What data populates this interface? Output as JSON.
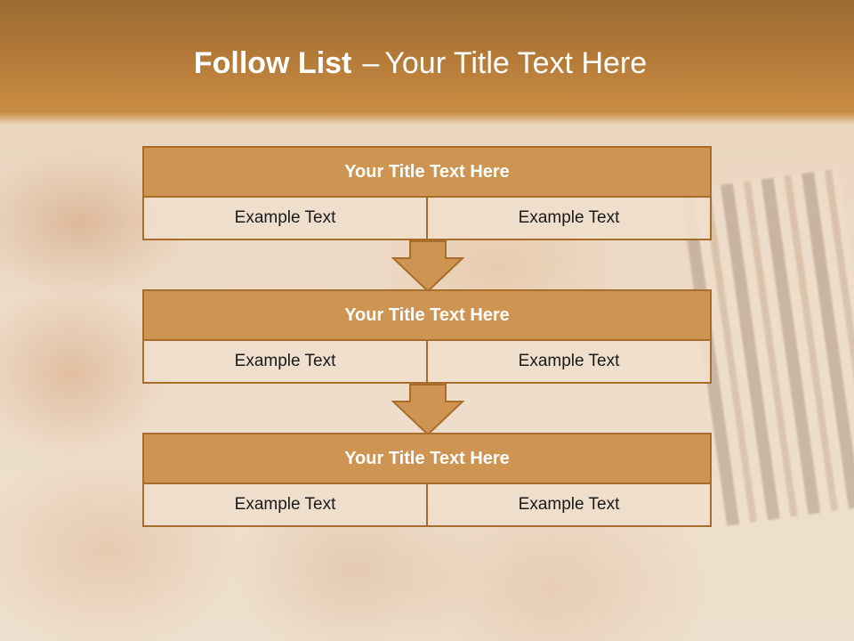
{
  "slide": {
    "title_bold": "Follow List",
    "title_sep": "–",
    "title_rest": "Your Title Text Here"
  },
  "blocks": [
    {
      "title": "Your Title Text Here",
      "left": "Example Text",
      "right": "Example Text"
    },
    {
      "title": "Your Title Text Here",
      "left": "Example Text",
      "right": "Example Text"
    },
    {
      "title": "Your Title Text Here",
      "left": "Example Text",
      "right": "Example Text"
    }
  ],
  "colors": {
    "header": "#b37a38",
    "block_title": "#cd9452",
    "border": "#a86d2b",
    "cell_bg": "#f0decd"
  }
}
